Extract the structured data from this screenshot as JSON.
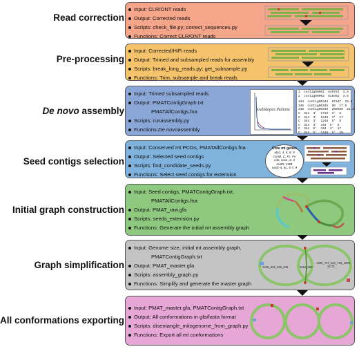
{
  "stages": [
    {
      "title": "Read correction",
      "color": "#f4a58a",
      "items": [
        {
          "text": "Input: CLR/ONT reads"
        },
        {
          "text": "Output: Corrected reads"
        },
        {
          "text": "Scripts: check_file.py; correct_sequences.py"
        },
        {
          "text": "Functions: Correct CLR/ONT reads"
        }
      ]
    },
    {
      "title": "Pre-processing",
      "color": "#f6c36d",
      "items": [
        {
          "text": "Input: Corrected/HiFi reads"
        },
        {
          "text": "Output: Trimed and subsampled reads for assembly"
        },
        {
          "text": "Scripts: break_long_reads.py; get_subsample.py"
        },
        {
          "text": "Functions: Trim, subsample and break reads"
        }
      ]
    },
    {
      "title_prefix": "De novo",
      "title_suffix": " assembly",
      "color": "#8aa7d8",
      "items": [
        {
          "text": "Input: Trimed subsampled reads"
        },
        {
          "text": "Output: PMATContigGraph.txt"
        },
        {
          "text": "PMATAllContigs.fna",
          "indent": true
        },
        {
          "text": "Scripts: runassembly.py"
        },
        {
          "text_prefix": "Functions: ",
          "text_italic": "De novo",
          "text_suffix": " assembly"
        }
      ]
    },
    {
      "title": "Seed contigs selection",
      "color": "#7fb2dd",
      "items": [
        {
          "text": "Input: Conserved mt PCGs, PMATAllContigs.fna"
        },
        {
          "text": "Output: Selected seed contigs"
        },
        {
          "text": "Scripts: find_condidate_seeds.py"
        },
        {
          "text": "Functions: Select seed contigs for extension"
        }
      ]
    },
    {
      "title": "Initial graph construction",
      "color": "#8fc97f",
      "items": [
        {
          "text": "Input: Seed contigs, PMATContigGraph.txt,"
        },
        {
          "text": "PMATAllContigs.fna",
          "indent": true
        },
        {
          "text": "Output: PMAT_raw.gfa"
        },
        {
          "text": "Scripts: seeds_extension.py"
        },
        {
          "text": "Functions: Generate the initial mt assembly graph"
        }
      ]
    },
    {
      "title": "Graph simplification",
      "color": "#c4c4c4",
      "items": [
        {
          "text": "Input: Genome size, initial mt assembly graph,"
        },
        {
          "text": "PMATContigGraph.txt",
          "indent": true
        },
        {
          "text": "Output: PMAT_master.gfa"
        },
        {
          "text": "Scripts: assembly_graph.py"
        },
        {
          "text": "Functions: Simplify and generate the master graph"
        }
      ]
    },
    {
      "title": "All conformations exporting",
      "color": "#e6a6d6",
      "items": [
        {
          "text": "Input: PMAT_master.gfa, PMATContigGraph.txt"
        },
        {
          "text": "Output: All conformations in gfa/fasta format"
        },
        {
          "text": "Scripts: disentangle_mitogenome_from_graph.py"
        },
        {
          "text": "Functions: Export all mt conformations"
        }
      ]
    }
  ],
  "plot": {
    "label": "Arabidopsis thaliana"
  },
  "contig_table": {
    "contigs": [
      [
        "1",
        "contig00001",
        "640791",
        "3.8"
      ],
      [
        "2",
        "contig00002",
        "616402",
        "3.5"
      ]
    ],
    "stats": [
      [
        "344",
        "contig00344",
        "87347",
        "25.5"
      ],
      [
        "345",
        "contig00345",
        "50",
        "17.8"
      ],
      [
        "346",
        "contig00346",
        "208560",
        "21.2"
      ]
    ],
    "links": [
      [
        "C",
        "344",
        "3'",
        "1719",
        "3'",
        "8"
      ],
      [
        "C",
        "344",
        "3'",
        "1248",
        "3'",
        "17"
      ],
      [
        "C",
        "344",
        "3'",
        "1248",
        "5'",
        "9"
      ],
      [
        "C",
        "344",
        "3'",
        "344",
        "5'",
        "8"
      ],
      [
        "C",
        "344",
        "5'",
        "344",
        "3'",
        "17"
      ],
      [
        "C",
        "344",
        "5'",
        "1449",
        "5'",
        "20"
      ]
    ]
  },
  "core_genes": {
    "title": "Core mt genes",
    "lines": [
      "atp1, 4, 6, 8, 9",
      "ccmB, C, Fc, Fn",
      "cob, cox1, 2, 3",
      "matR, mttB",
      "nad1-4, 4L, 5-7, 9"
    ]
  },
  "graph_labels": {
    "simp_left": "1449_344_345_346",
    "simp_mid": "1619_963",
    "simp_right": "1490_737_132_733_1508",
    "simp_right2": "33.73"
  }
}
